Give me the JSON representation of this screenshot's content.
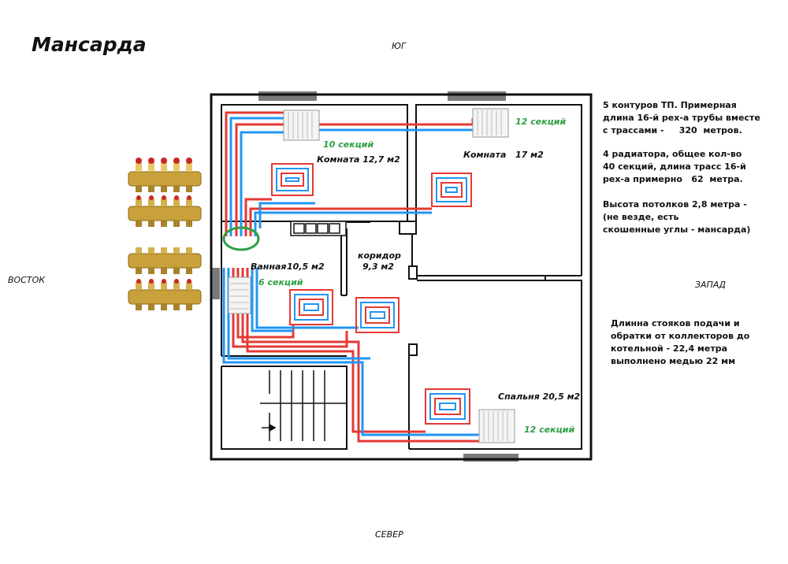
{
  "title": "Мансарда",
  "directions": {
    "south": "ЮГ",
    "north": "СЕВЕР",
    "east": "ВОСТОК",
    "west": "ЗАПАД"
  },
  "rooms": {
    "room1": "Комната 12,7 м2",
    "room2": "Комната",
    "room2_area": "17 м2",
    "bathroom": "Ванная",
    "bathroom_area": "10,5 м2",
    "corridor": "коридор",
    "corridor_area": "9,3 м2",
    "bedroom": "Спальня 20,5 м2"
  },
  "radiators": {
    "room1": "10 секций",
    "room2": "12 секций",
    "bathroom": "6 секций",
    "bedroom": "12 секций"
  },
  "notes": {
    "n1_l1": "5 контуров ТП. Примерная",
    "n1_l2": "длина 16-й рех-а трубы вместе",
    "n1_l3": "с трассами -     320  метров.",
    "n2_l1": "4 радиатора, общее кол-во",
    "n2_l2": "40 секций, длина трасс 16-й",
    "n2_l3": "рех-а примерно   62  метра.",
    "n3_l1": "Высота потолков 2,8 метра -",
    "n3_l2": "(не везде, есть",
    "n3_l3": "скошенные углы - мансарда)",
    "n4_l1": "Длинна стояков подачи и",
    "n4_l2": "обратки от коллекторов до",
    "n4_l3": "котельной - 22,4 метра",
    "n4_l4": "выполнено медью 22 мм"
  },
  "colors": {
    "supply": "#e53935",
    "return": "#2196f3",
    "section_text": "#2ea043",
    "collector_ring": "#2ea043",
    "walls": "#111111",
    "window": "#7a7a7a",
    "manifold": "#c9a13b"
  }
}
